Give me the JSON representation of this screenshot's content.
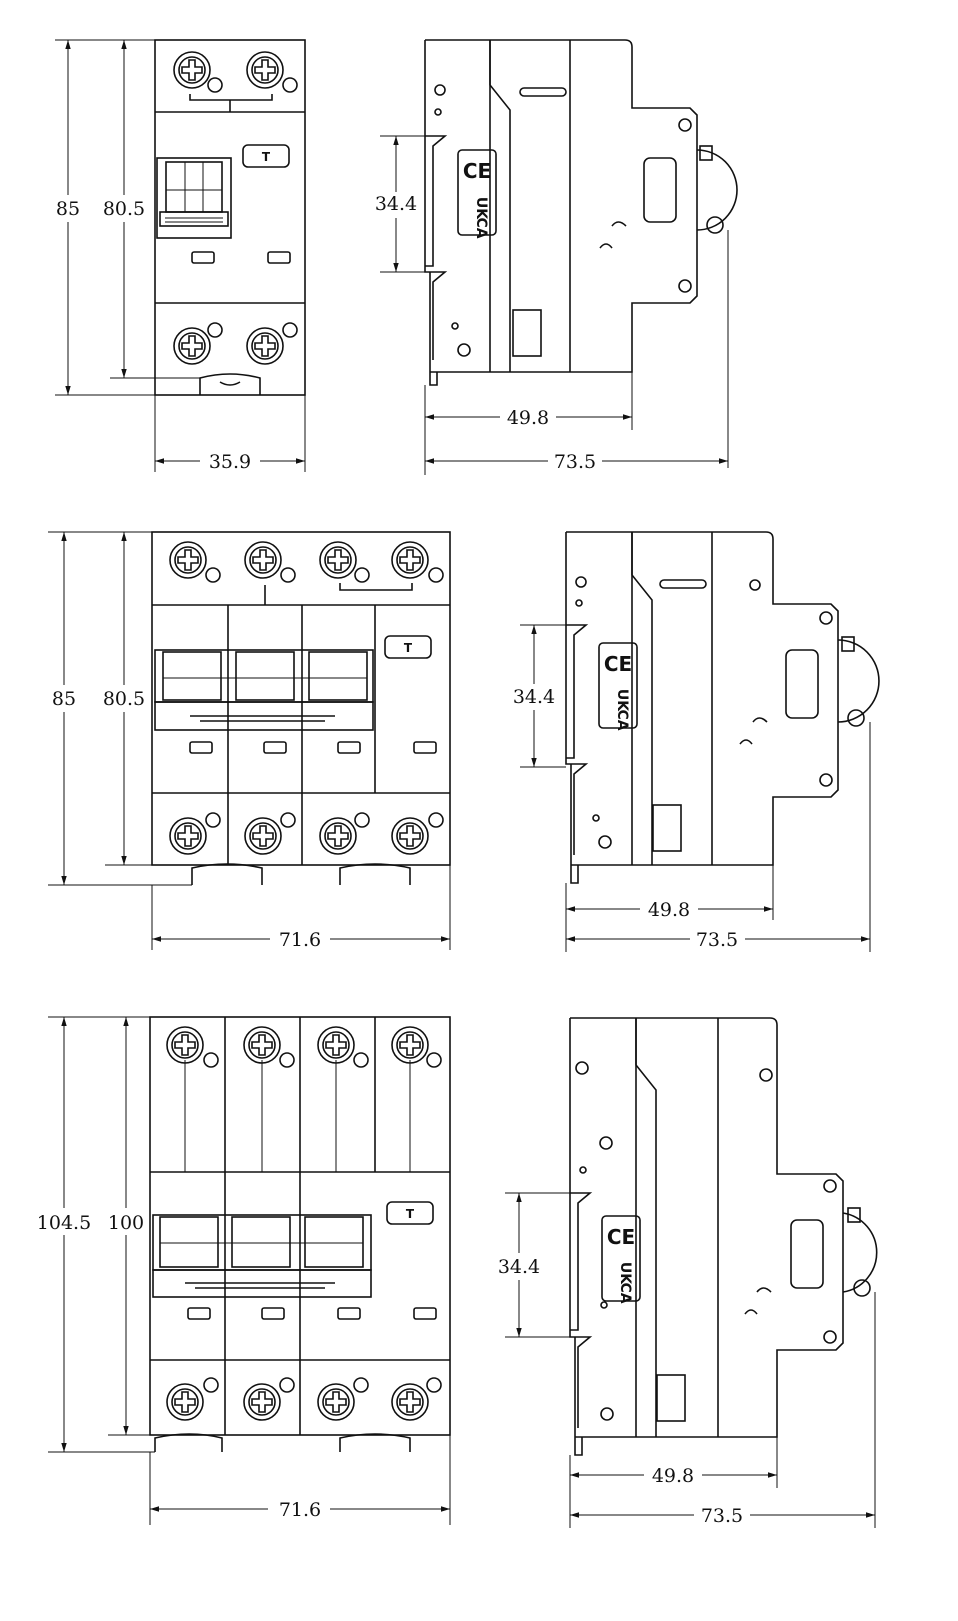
{
  "drawings": [
    {
      "front": {
        "height_outer": "85",
        "height_inner": "80.5",
        "width": "35.9",
        "button": "T"
      },
      "side": {
        "rail": "34.4",
        "depth_inner": "49.8",
        "depth_outer": "73.5",
        "marks": [
          "CE",
          "UK",
          "CA"
        ]
      }
    },
    {
      "front": {
        "height_outer": "85",
        "height_inner": "80.5",
        "width": "71.6",
        "button": "T"
      },
      "side": {
        "rail": "34.4",
        "depth_inner": "49.8",
        "depth_outer": "73.5",
        "marks": [
          "CE",
          "UK",
          "CA"
        ]
      }
    },
    {
      "front": {
        "height_outer": "104.5",
        "height_inner": "100",
        "width": "71.6",
        "button": "T"
      },
      "side": {
        "rail": "34.4",
        "depth_inner": "49.8",
        "depth_outer": "73.5",
        "marks": [
          "CE",
          "UK",
          "CA"
        ]
      }
    }
  ],
  "icons": {
    "terminal": "screw-terminal-icon",
    "arrow": "dimension-arrow-icon"
  }
}
